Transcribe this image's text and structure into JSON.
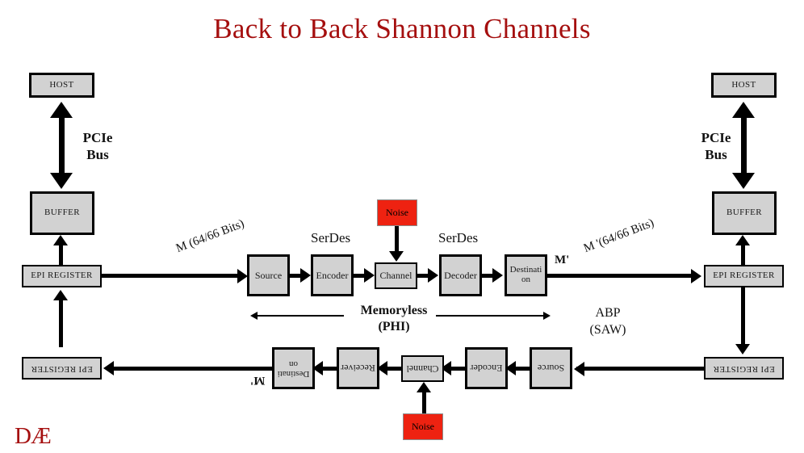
{
  "title": "Back to Back Shannon Channels",
  "logo": "DÆ",
  "left_rail": {
    "host": "HOST",
    "pcie_line1": "PCIe",
    "pcie_line2": "Bus",
    "buffer": "BUFFER",
    "epi_register_top": "EPI REGISTER",
    "epi_register_bottom": "EPI REGISTER"
  },
  "right_rail": {
    "host": "HOST",
    "pcie_line1": "PCIe",
    "pcie_line2": "Bus",
    "buffer": "BUFFER",
    "epi_register_top": "EPI REGISTER",
    "epi_register_bottom": "EPI REGISTER"
  },
  "top_chain": {
    "serdes_left": "SerDes",
    "serdes_right": "SerDes",
    "noise": "Noise",
    "source": "Source",
    "encoder": "Encoder",
    "channel": "Channel",
    "decoder": "Decoder",
    "destination": "Destinati on",
    "in_label": "M (64/66 Bits)",
    "out_label_short": "M'",
    "out_label": "M '(64/66 Bits)"
  },
  "bottom_chain": {
    "source": "Source",
    "encoder": "Encoder",
    "channel": "Channel",
    "receiver": "Receiver",
    "destination": "Destinati on",
    "noise": "Noise",
    "out_label_short": "M'"
  },
  "annotations": {
    "memoryless_line1": "Memoryless",
    "memoryless_line2": "(PHI)",
    "abp_line1": "ABP",
    "abp_line2": "(SAW)"
  },
  "colors": {
    "title_red": "#a50f0f",
    "noise_red": "#ee2211",
    "box_gray": "#d2d2d2",
    "stroke": "#000000"
  }
}
